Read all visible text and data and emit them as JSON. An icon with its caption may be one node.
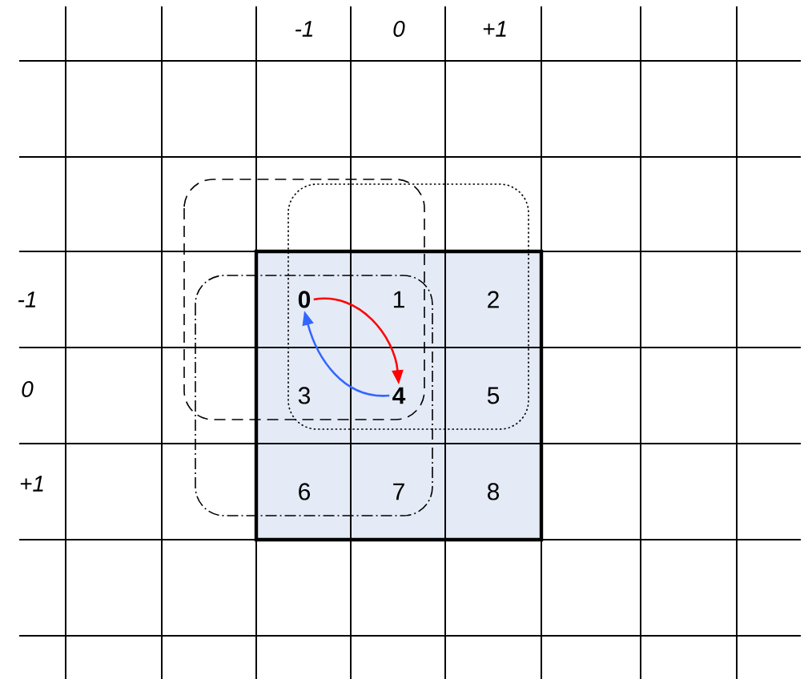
{
  "diagram": {
    "nodes": [
      {
        "text": [
          "0"
        ]
      },
      {
        "text": [
          "1"
        ]
      },
      {
        "text": [
          "2"
        ]
      },
      {
        "text": [
          "3"
        ]
      },
      {
        "text": [
          "4"
        ]
      },
      {
        "text": [
          "5"
        ]
      },
      {
        "text": [
          "6"
        ]
      },
      {
        "text": [
          "7"
        ]
      },
      {
        "text": [
          "8"
        ]
      }
    ],
    "edges": [
      {
        "from": 0,
        "to": 4,
        "arrow": "to",
        "color": "#ff0000"
      },
      {
        "from": 4,
        "to": 0,
        "arrow": "to",
        "color": "#3366ff"
      }
    ],
    "labels": [
      "-1",
      "0",
      "+1",
      "-1",
      "0",
      "+1"
    ]
  }
}
